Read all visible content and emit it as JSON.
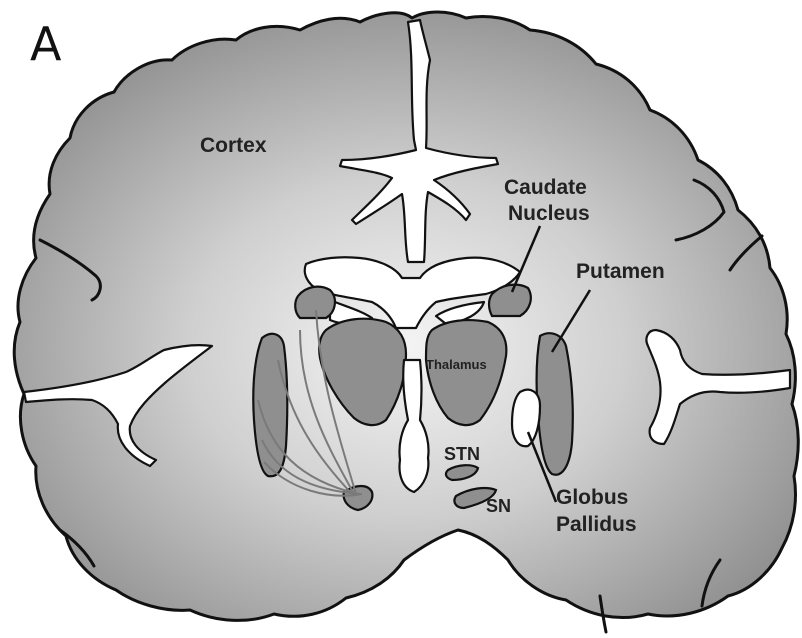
{
  "panel_label": "A",
  "labels": {
    "cortex": "Cortex",
    "caudate_line1": "Caudate",
    "caudate_line2": "Nucleus",
    "putamen": "Putamen",
    "thalamus": "Thalamus",
    "stn": "STN",
    "sn": "SN",
    "globus_line1": "Globus",
    "globus_line2": "Pallidus"
  },
  "colors": {
    "tissue_center": "#f4f4f4",
    "tissue_edge": "#8a8a8a",
    "structure_fill": "#8f8f8f",
    "outline": "#111111"
  }
}
